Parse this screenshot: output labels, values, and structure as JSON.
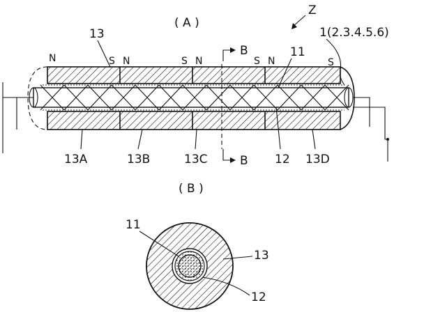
{
  "figure": {
    "panel_a_title": "( A )",
    "panel_b_title": "( B )",
    "ref_z": "Z",
    "ref_assembly": "1(2.3.4.5.6)",
    "ref_magnet": "13",
    "ref_coil": "11",
    "ref_core": "12",
    "section_top": "B",
    "section_bottom": "B",
    "poles": [
      "N",
      "S",
      "N",
      "S",
      "N",
      "S",
      "N",
      "S"
    ],
    "segments": [
      "13A",
      "13B",
      "13C",
      "13D"
    ],
    "section": {
      "ref_coil": "11",
      "ref_magnet": "13",
      "ref_core": "12"
    }
  }
}
